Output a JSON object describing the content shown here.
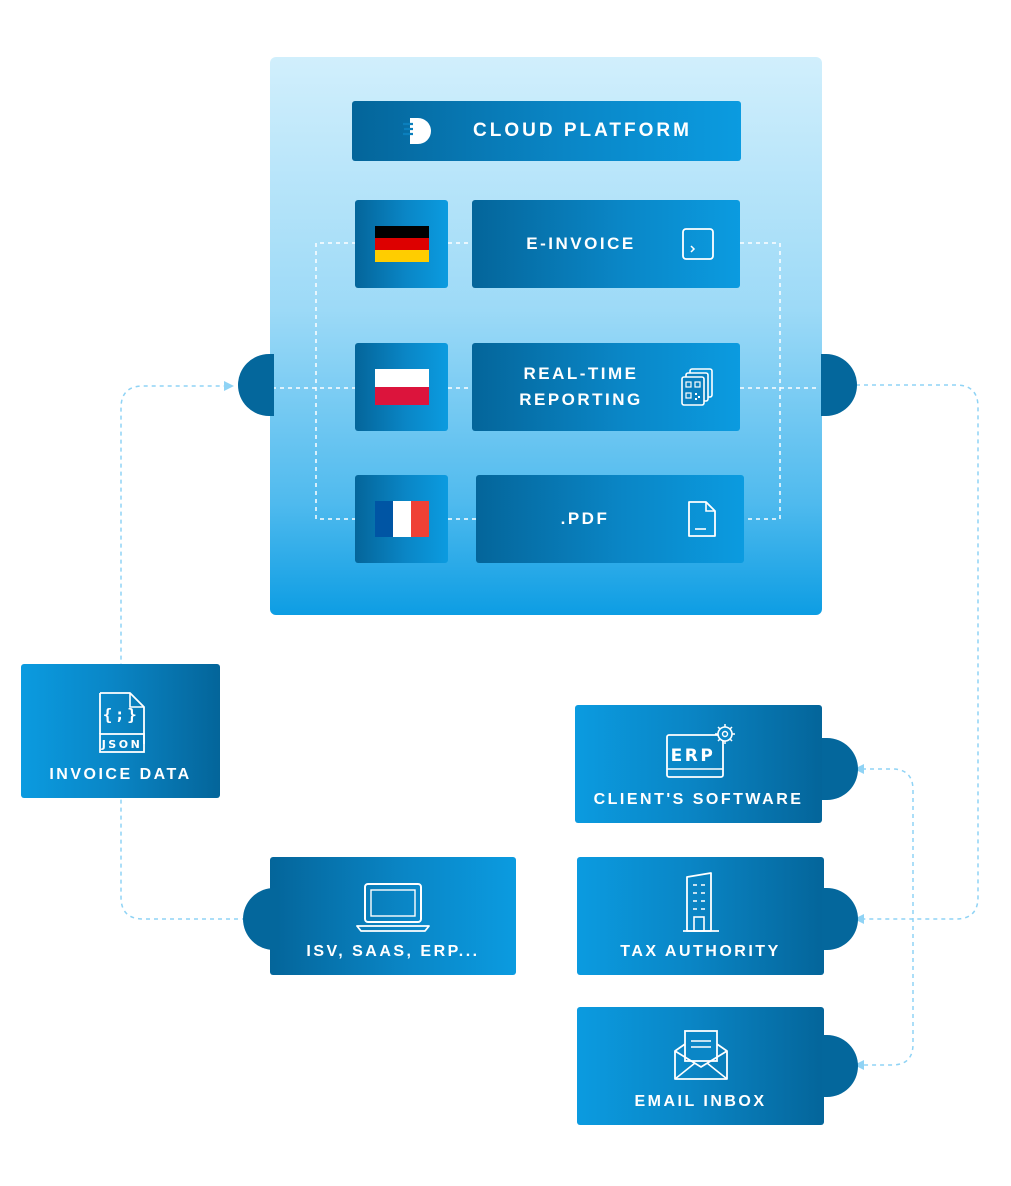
{
  "platform": {
    "title": "CLOUD PLATFORM",
    "services": [
      {
        "label": "E-INVOICE",
        "icon": "terminal-icon",
        "flag": "germany-flag"
      },
      {
        "label": "REAL-TIME REPORTING",
        "line1": "REAL-TIME",
        "line2": "REPORTING",
        "icon": "qr-documents-icon",
        "flag": "poland-flag"
      },
      {
        "label": ".PDF",
        "icon": "document-icon",
        "flag": "france-flag"
      }
    ]
  },
  "inputs": {
    "invoice_data": {
      "label": "INVOICE DATA",
      "icon_text": "JSON",
      "icon_glyph": "{;}"
    },
    "isv": {
      "label": "ISV, SAAS, ERP..."
    }
  },
  "outputs": [
    {
      "label": "CLIENT'S SOFTWARE",
      "icon_text": "ERP"
    },
    {
      "label": "TAX AUTHORITY"
    },
    {
      "label": "EMAIL INBOX"
    }
  ],
  "colors": {
    "navy": "#04659a",
    "blue": "#0b9be0",
    "connector": "#8fd3f5",
    "inner_line": "#ffffff"
  }
}
